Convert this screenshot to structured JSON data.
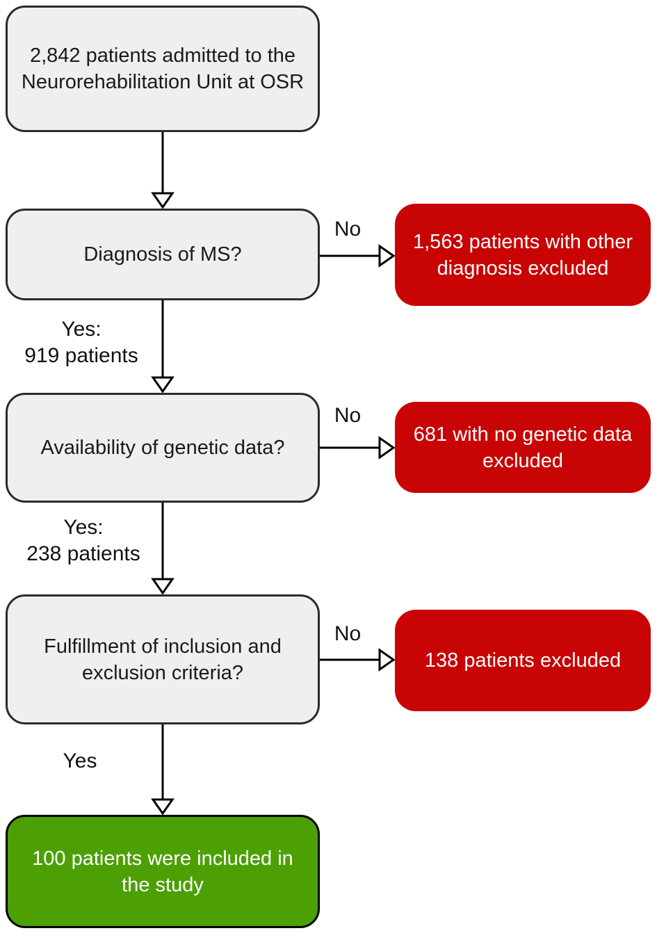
{
  "diagram": {
    "type": "flowchart",
    "description": "Patient selection flowchart for study inclusion",
    "nodes": [
      {
        "id": "start",
        "kind": "process",
        "color": "gray",
        "text": "2,842 patients admitted to the Neurorehabilitation Unit at OSR"
      },
      {
        "id": "diagnosis",
        "kind": "decision",
        "color": "gray",
        "text": "Diagnosis of MS?"
      },
      {
        "id": "excluded1",
        "kind": "excluded",
        "color": "red",
        "text": "1,563 patients with other diagnosis excluded"
      },
      {
        "id": "genetic",
        "kind": "decision",
        "color": "gray",
        "text": "Availability of genetic data?"
      },
      {
        "id": "excluded2",
        "kind": "excluded",
        "color": "red",
        "text": "681 with no genetic data excluded"
      },
      {
        "id": "criteria",
        "kind": "decision",
        "color": "gray",
        "text": "Fulfillment of inclusion and exclusion criteria?"
      },
      {
        "id": "excluded3",
        "kind": "excluded",
        "color": "red",
        "text": "138 patients excluded"
      },
      {
        "id": "included",
        "kind": "included",
        "color": "green",
        "text": "100 patients were included in the study"
      }
    ],
    "edges": [
      {
        "from": "start",
        "to": "diagnosis",
        "label": ""
      },
      {
        "from": "diagnosis",
        "to": "excluded1",
        "label": "No"
      },
      {
        "from": "diagnosis",
        "to": "genetic",
        "label": "Yes:\n919 patients"
      },
      {
        "from": "genetic",
        "to": "excluded2",
        "label": "No"
      },
      {
        "from": "genetic",
        "to": "criteria",
        "label": "Yes:\n238 patients"
      },
      {
        "from": "criteria",
        "to": "excluded3",
        "label": "No"
      },
      {
        "from": "criteria",
        "to": "included",
        "label": "Yes"
      }
    ],
    "colors": {
      "node_fill": "#efefef",
      "node_border": "#2b2b2b",
      "excluded_fill": "#c80404",
      "included_fill": "#4ca004",
      "text_dark": "#1a1a1a",
      "text_light": "#ffffff",
      "arrow": "#000000"
    }
  }
}
